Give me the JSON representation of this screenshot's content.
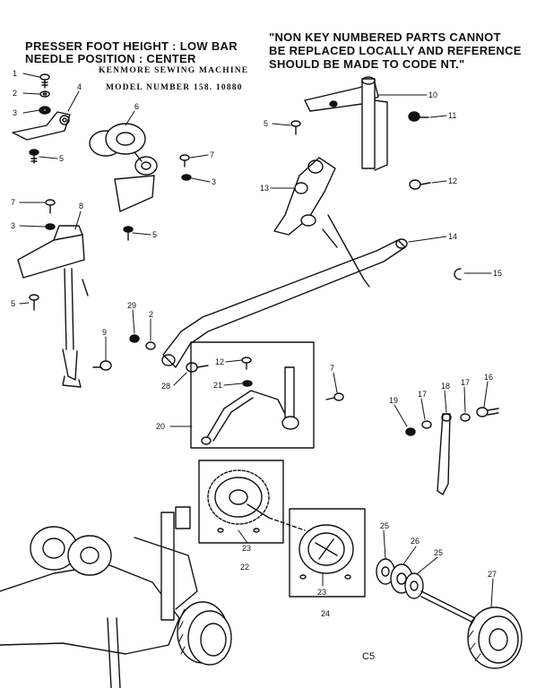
{
  "header": {
    "line1": "PRESSER FOOT HEIGHT : LOW BAR",
    "line2": "NEEDLE POSITION : CENTER",
    "line3": "KENMORE SEWING MACHINE",
    "line4": "MODEL NUMBER 158. 10880"
  },
  "note": {
    "line1": "\"NON KEY NUMBERED PARTS CANNOT",
    "line2": "BE REPLACED LOCALLY AND REFERENCE",
    "line3": "SHOULD BE MADE TO CODE NT.\""
  },
  "page_code": "C5",
  "callouts": [
    "1",
    "2",
    "3",
    "4",
    "6",
    "5",
    "7",
    "3",
    "5",
    "7",
    "3",
    "8",
    "5",
    "9",
    "29",
    "2",
    "28",
    "12",
    "21",
    "7",
    "20",
    "10",
    "11",
    "5",
    "12",
    "13",
    "14",
    "15",
    "19",
    "17",
    "18",
    "17",
    "16",
    "23",
    "22",
    "23",
    "24",
    "25",
    "26",
    "25",
    "27"
  ],
  "colors": {
    "ink": "#111111",
    "paper": "#ffffff"
  }
}
